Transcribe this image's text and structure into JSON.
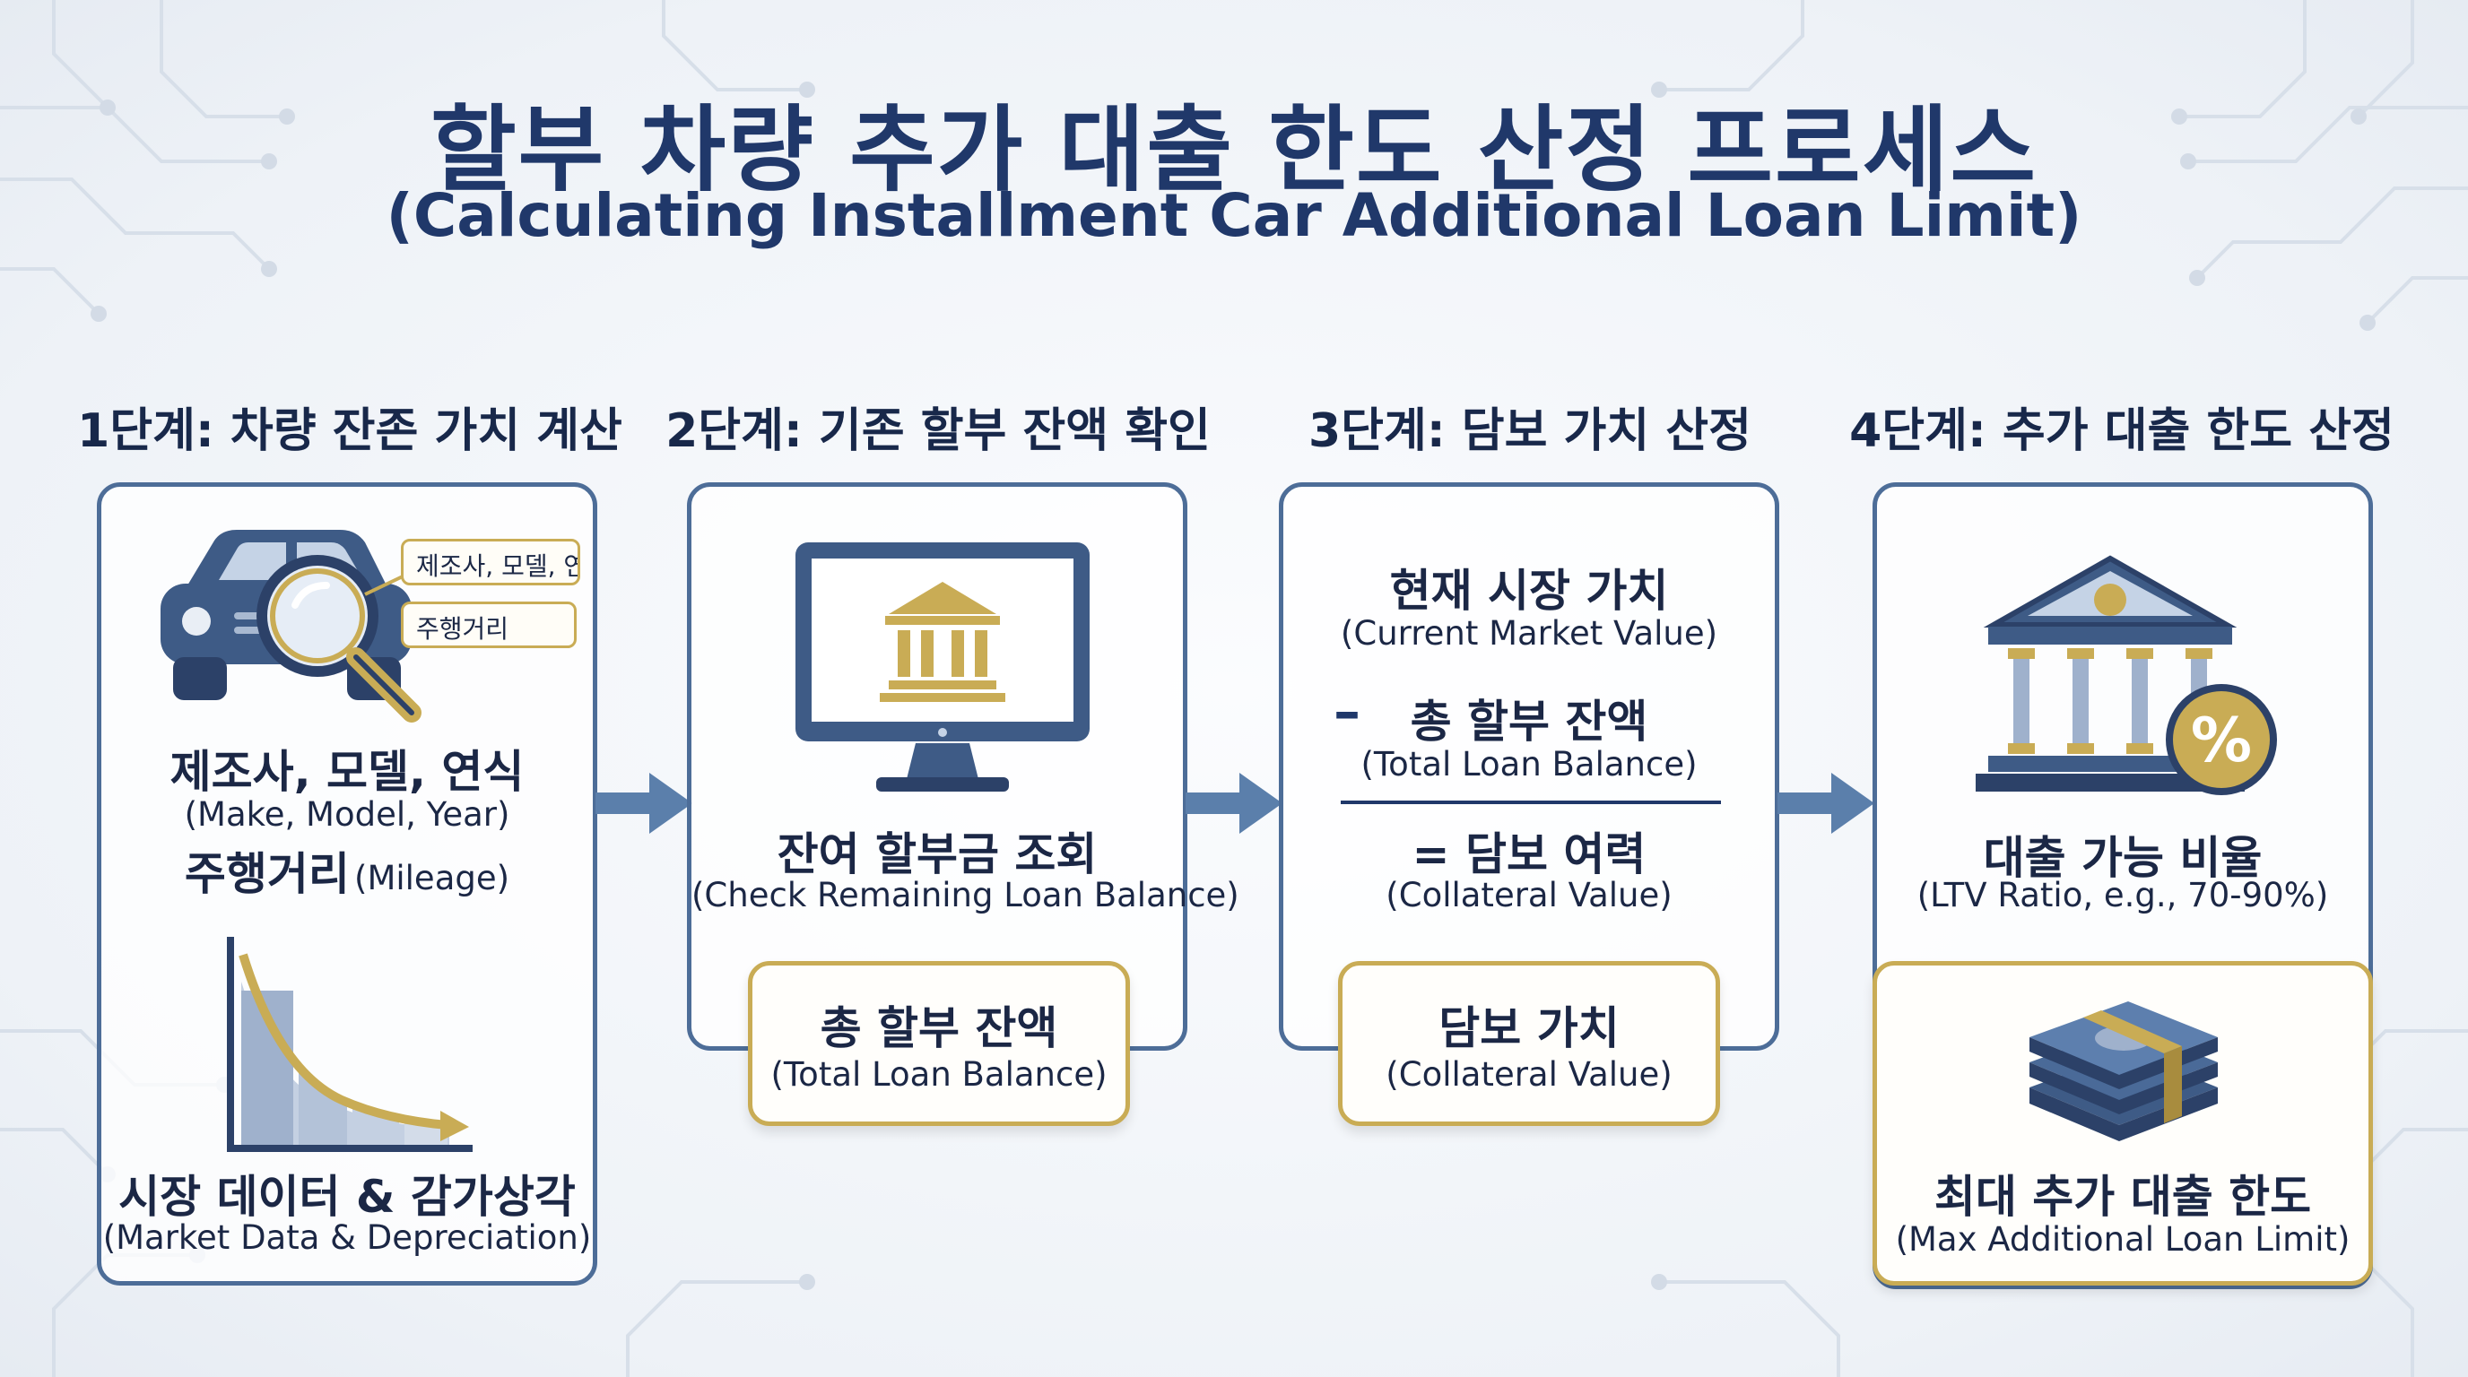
{
  "title": {
    "korean": "할부 차량 추가 대출 한도 산정 프로세스",
    "english": "(Calculating Installment Car Additional Loan Limit)"
  },
  "stages": [
    {
      "heading": "1단계: 차량 잔존 가치 계산",
      "tags": [
        "제조사, 모델, 연식",
        "주행거리"
      ],
      "item1_ko": "제조사, 모델, 연식",
      "item1_en": "(Make, Model, Year)",
      "item2_ko": "주행거리",
      "item2_en": "(Mileage)",
      "item3_ko": "시장 데이터 & 감가상각",
      "item3_en": "(Market Data & Depreciation)",
      "icons": [
        "car-icon",
        "magnifier-icon",
        "depreciation-chart-icon"
      ]
    },
    {
      "heading": "2단계: 기존 할부 잔액 확인",
      "main_ko": "잔여 할부금 조회",
      "main_en": "(Check Remaining Loan Balance)",
      "result_ko": "총 할부 잔액",
      "result_en": "(Total Loan Balance)",
      "icons": [
        "monitor-icon",
        "bank-icon"
      ]
    },
    {
      "heading": "3단계: 담보 가치 산정",
      "line1_ko": "현재 시장 가치",
      "line1_en": "(Current Market Value)",
      "minus": "–",
      "line2_ko": "총 할부 잔액",
      "line2_en": "(Total Loan Balance)",
      "line3_ko": "= 담보 여력",
      "line3_en": "(Collateral Value)",
      "result_ko": "담보 가치",
      "result_en": "(Collateral Value)"
    },
    {
      "heading": "4단계: 추가 대출 한도 산정",
      "main_ko": "대출 가능 비율",
      "main_en": "(LTV Ratio, e.g., 70-90%)",
      "result_ko": "최대 추가 대출 한도",
      "result_en": "(Max Additional Loan Limit)",
      "percent_symbol": "%",
      "icons": [
        "bank-building-icon",
        "percent-badge-icon",
        "money-stack-icon"
      ]
    }
  ],
  "colors": {
    "navy": "#20386a",
    "panel_border": "#4d6d98",
    "gold": "#c9ac55",
    "arrow": "#5b7fab"
  }
}
